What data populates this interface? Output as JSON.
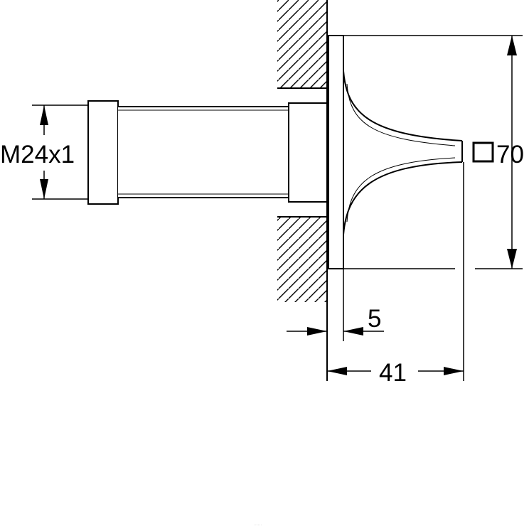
{
  "drawing": {
    "dimensions": {
      "thread": "M24x1",
      "plate_size": "70",
      "plate_thickness": "5",
      "projection": "41"
    },
    "watermark": "······"
  }
}
